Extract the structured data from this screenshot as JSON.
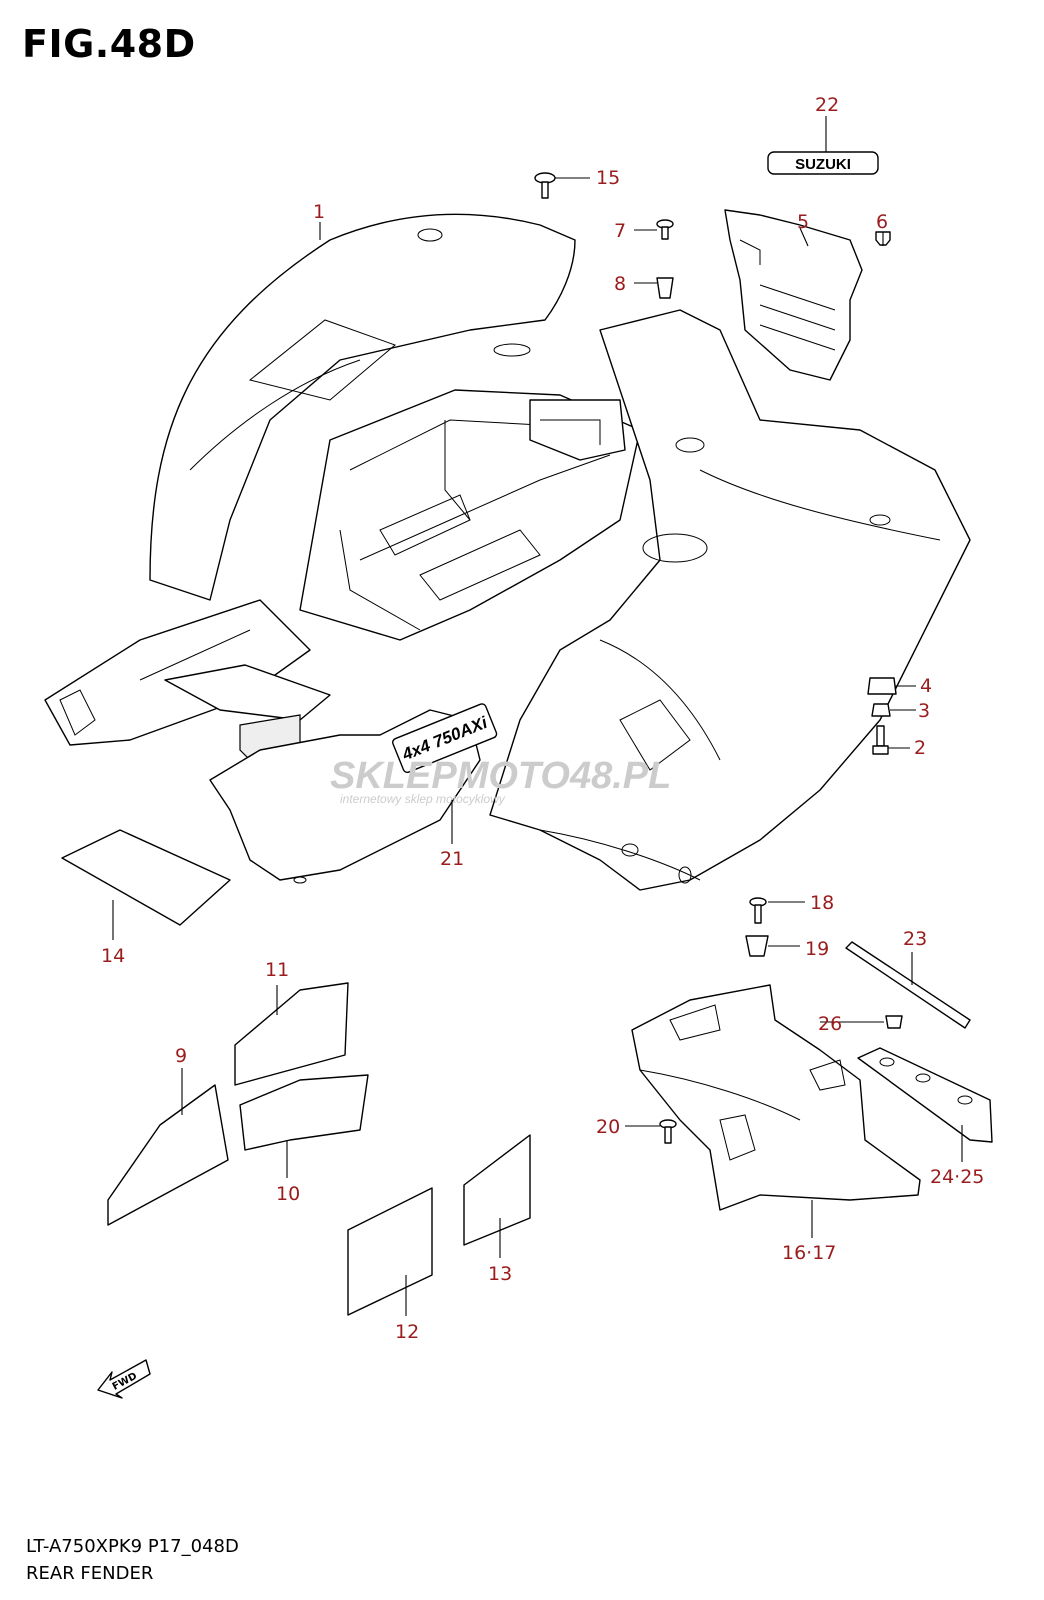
{
  "header": {
    "figure": "FIG.48D"
  },
  "footer": {
    "model": "LT-A750XPK9 P17_048D",
    "section": "REAR FENDER"
  },
  "watermark": {
    "brand": "SKLEPMOTO48.PL",
    "tagline": "internetowy sklep motocyklowy"
  },
  "decals": {
    "brand_emblem": "SUZUKI",
    "side_badge": "4x4 750AXi",
    "fwd_arrow": "FWD"
  },
  "callouts": {
    "c1": "1",
    "c2": "2",
    "c3": "3",
    "c4": "4",
    "c5": "5",
    "c6": "6",
    "c7": "7",
    "c8": "8",
    "c9": "9",
    "c10": "10",
    "c11": "11",
    "c12": "12",
    "c13": "13",
    "c14": "14",
    "c15": "15",
    "c16_17": "16·17",
    "c18": "18",
    "c19": "19",
    "c20": "20",
    "c21": "21",
    "c22": "22",
    "c23": "23",
    "c24_25": "24·25",
    "c26": "26"
  },
  "colors": {
    "callout": "#9a1c1c",
    "line": "#000000",
    "watermark": "#cccccc"
  }
}
